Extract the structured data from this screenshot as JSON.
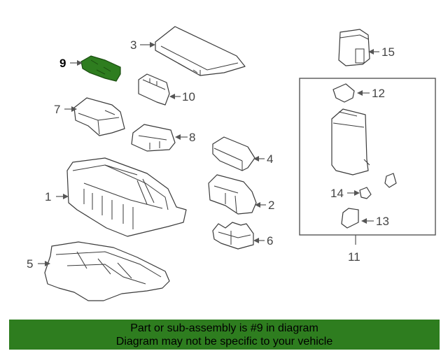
{
  "callouts": {
    "c1": "1",
    "c2": "2",
    "c3": "3",
    "c4": "4",
    "c5": "5",
    "c6": "6",
    "c7": "7",
    "c8": "8",
    "c9": "9",
    "c10": "10",
    "c11": "11",
    "c12": "12",
    "c13": "13",
    "c14": "14",
    "c15": "15"
  },
  "highlight_part": "9",
  "colors": {
    "highlight": "#2e7d1f",
    "banner_bg": "#2e7d1f",
    "banner_text": "#000000",
    "line": "#555555"
  },
  "banner": {
    "line1": "Part or sub-assembly is #9 in diagram",
    "line2": "Diagram may not be specific to your vehicle"
  }
}
